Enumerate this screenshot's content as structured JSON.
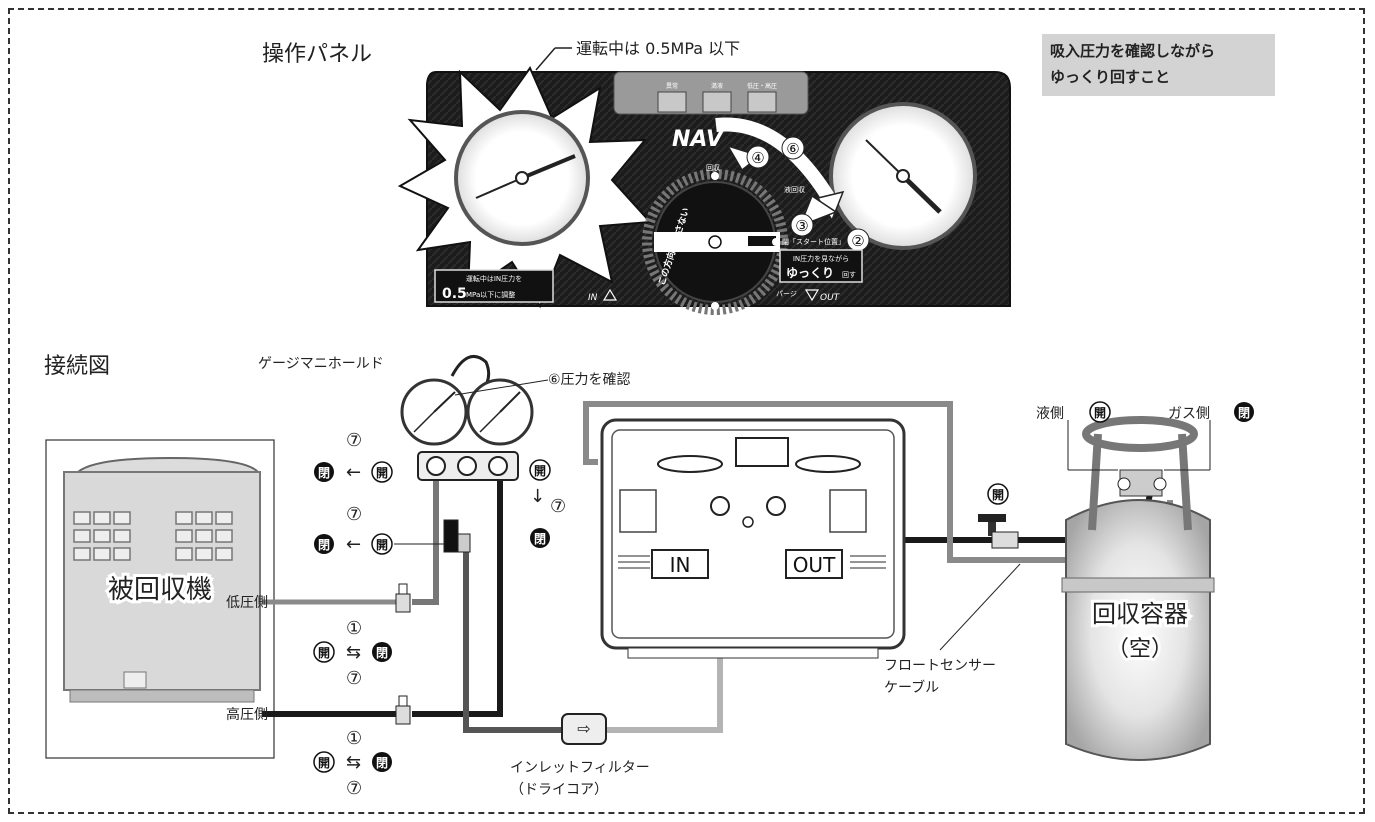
{
  "titles": {
    "panel": "操作パネル",
    "connection": "接続図"
  },
  "note": {
    "line1": "吸入圧力を確認しながら",
    "line2": "ゆっくり回すこと"
  },
  "panel": {
    "callout_top": "運転中は 0.5MPa 以下",
    "lamps": [
      "異常",
      "満液",
      "低圧・高圧"
    ],
    "brand": "NAV",
    "knob_top_label": "回収",
    "knob_side_label": "液回収",
    "knob_position_label": "閉「スタート位置」",
    "knob_bottom_label": "パージ",
    "arc_label": "この方向に回さない",
    "step_4": "④",
    "step_6": "⑥",
    "step_3": "③",
    "step_2": "②",
    "box_left_line1": "運転中はIN圧力を",
    "box_left_big": "0.5",
    "box_left_line2": "MPa以下に調整",
    "box_right_line1": "IN圧力を見ながら",
    "box_right_big": "ゆっくり",
    "box_right_small": "回す",
    "in_label": "IN",
    "out_label": "OUT"
  },
  "diagram": {
    "gauge_manifold": "ゲージマニホールド",
    "check_pressure": "⑥圧力を確認",
    "unit_label": "被回収機",
    "low_side": "低圧側",
    "high_side": "高圧側",
    "machine_in": "IN",
    "machine_out": "OUT",
    "tank_label_1": "回収容器",
    "tank_label_2": "（空）",
    "liquid_side": "液側",
    "gas_side": "ガス側",
    "open": "開",
    "closed": "閉",
    "step_1": "①",
    "step_7": "⑦",
    "filter_label_1": "インレットフィルター",
    "filter_label_2": "（ドライコア）",
    "float_label_1": "フロートセンサー",
    "float_label_2": "ケーブル"
  },
  "colors": {
    "panel_bg": "#1c1c1c",
    "note_bg": "#d3d3d3",
    "hose_dark": "#1a1a1a",
    "hose_gray": "#8a8a8a",
    "hose_light": "#b4b4b4"
  }
}
